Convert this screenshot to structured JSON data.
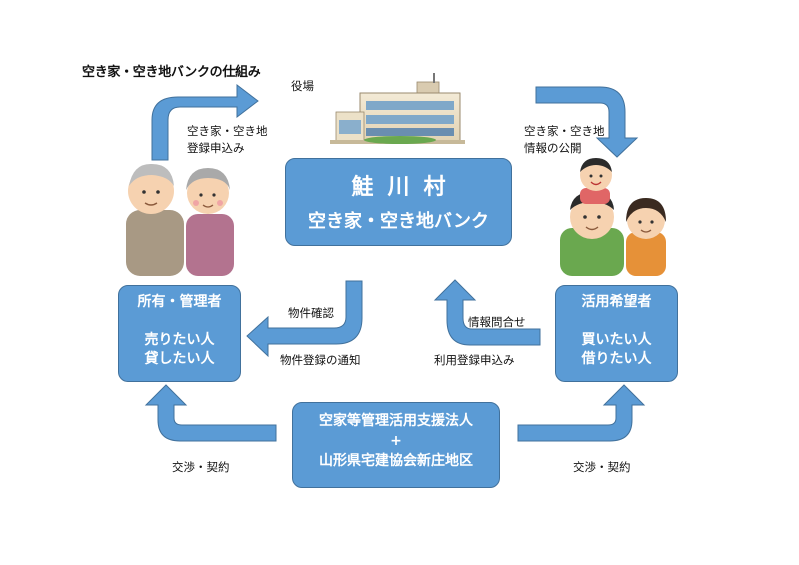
{
  "title": "空き家・空き地バンクの仕組み",
  "colors": {
    "box_fill": "#5b9bd5",
    "box_border": "#41719c",
    "arrow": "#5b9bd5"
  },
  "labels": {
    "yakuba": "役場",
    "register_l1": "空き家・空き地",
    "register_l2": "登録申込み",
    "publish_l1": "空き家・空き地",
    "publish_l2": "情報の公開",
    "confirm": "物件確認",
    "notice": "物件登録の通知",
    "inquiry": "情報問合せ",
    "use_apply": "利用登録申込み",
    "negotiate_left": "交渉・契約",
    "negotiate_right": "交渉・契約"
  },
  "center": {
    "line1": "鮭川村",
    "line2": "空き家・空き地バンク"
  },
  "owner": {
    "line1": "所有・管理者",
    "line2": "売りたい人",
    "line3": "貸したい人"
  },
  "user": {
    "line1": "活用希望者",
    "line2": "買いたい人",
    "line3": "借りたい人"
  },
  "support": {
    "line1": "空家等管理活用支援法人",
    "line2": "+",
    "line3": "山形県宅建協会新庄地区"
  },
  "illustrations": [
    "town-hall-building",
    "elderly-couple",
    "young-family"
  ]
}
